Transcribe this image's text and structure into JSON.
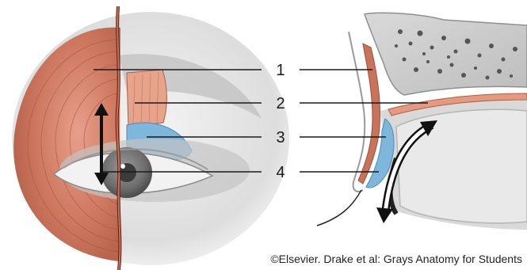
{
  "labels": [
    "1",
    "2",
    "3",
    "4"
  ],
  "credit": "©Elsevier. Drake et al: Grays Anatomy for Students",
  "colors": {
    "muscle": "#c9735a",
    "muscle_light": "#e39a7f",
    "fascia_blue": "#7eb6dc",
    "skin": "#e6e6e6",
    "shadow": "#9a9a9a",
    "bone": "#d7d7d7",
    "ink": "#1a1a1a"
  }
}
